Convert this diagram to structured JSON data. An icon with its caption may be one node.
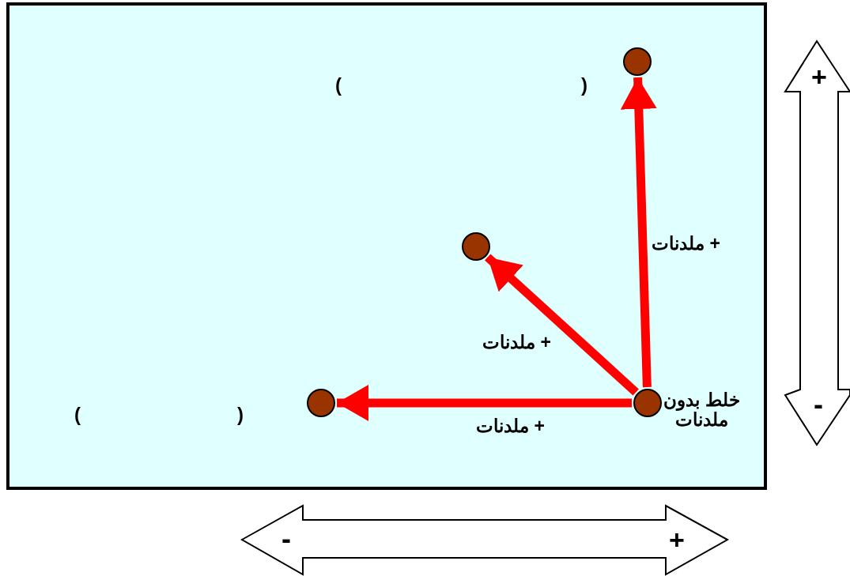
{
  "diagram": {
    "nodes": [
      {
        "text": [],
        "shape": "box"
      },
      {
        "text": [],
        "shape": "circle",
        "in": 0
      },
      {
        "text": [],
        "shape": "circle",
        "in": 0
      },
      {
        "text": [],
        "shape": "circle",
        "in": 0
      },
      {
        "text": [],
        "shape": "circle",
        "in": 0,
        "beside": [
          "خلط بدون ملدنات"
        ]
      }
    ],
    "edges": [
      {
        "from": 4,
        "to": 1,
        "arrow": "to",
        "label": "+ ملدنات"
      },
      {
        "from": 4,
        "to": 2,
        "arrow": "to",
        "label": "+ ملدنات"
      },
      {
        "from": 4,
        "to": 3,
        "arrow": "to",
        "label": "+ ملدنات"
      }
    ],
    "labels": [
      "+",
      "(",
      ")",
      "-",
      "(",
      ")",
      "-",
      "+"
    ]
  }
}
